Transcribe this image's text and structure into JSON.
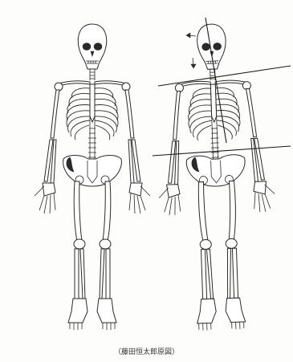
{
  "caption": "（藤田恒太郎原図）",
  "figures": [
    {
      "name": "normal-skeleton",
      "posture": "upright"
    },
    {
      "name": "tilted-skeleton",
      "posture": "tilted",
      "guide_lines": [
        "vertical-axis",
        "shoulder-line",
        "pelvis-line"
      ]
    }
  ]
}
